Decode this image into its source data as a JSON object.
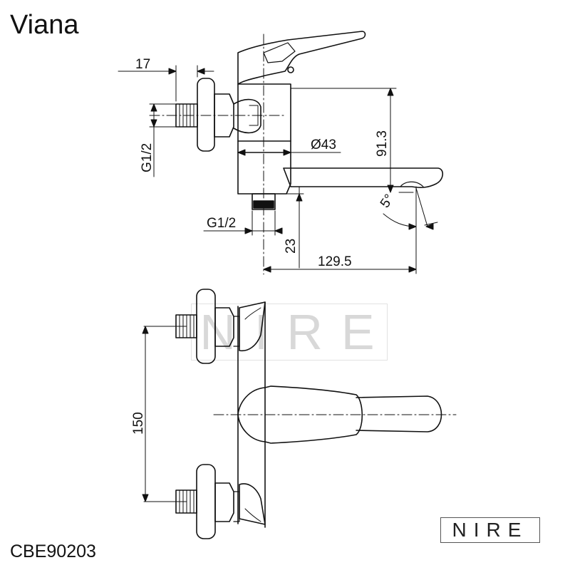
{
  "title": "Viana",
  "product_code": "CBE90203",
  "brand": "NIRE",
  "watermark": "NIRE",
  "dimensions": {
    "offset_17": "17",
    "thread_inlet": "G1/2",
    "diameter": "Ø43",
    "height_91_3": "91.3",
    "thread_outlet": "G1/2",
    "height_23": "23",
    "reach_129_5": "129.5",
    "angle_5": "5°",
    "spacing_150": "150"
  }
}
